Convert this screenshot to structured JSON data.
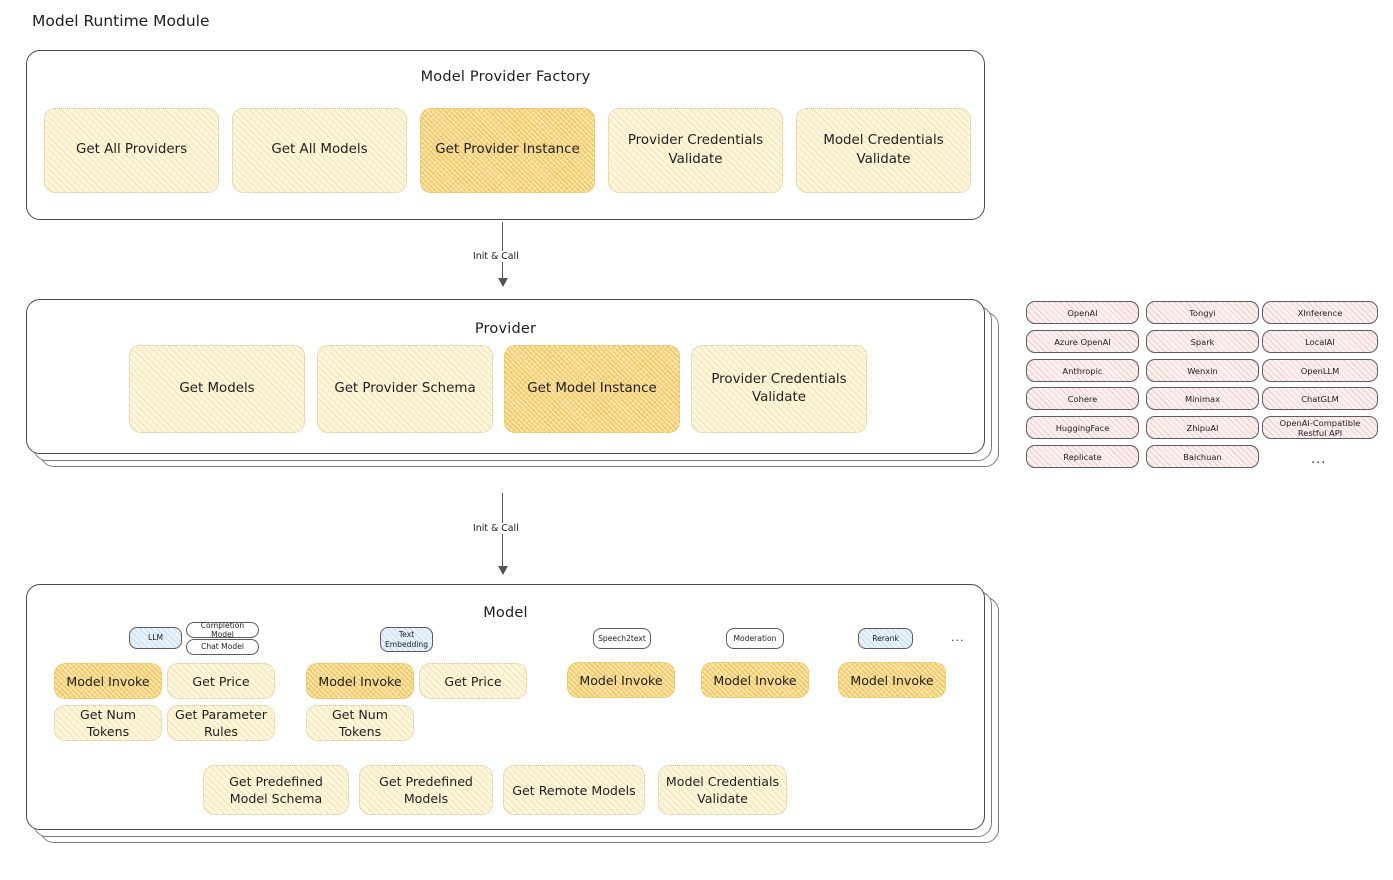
{
  "page": {
    "title": "Model Runtime Module"
  },
  "factory": {
    "title": "Model Provider Factory",
    "nodes": [
      {
        "label": "Get All Providers",
        "highlight": false
      },
      {
        "label": "Get All Models",
        "highlight": false
      },
      {
        "label": "Get Provider Instance",
        "highlight": true
      },
      {
        "label": "Provider Credentials Validate",
        "highlight": false
      },
      {
        "label": "Model Credentials Validate",
        "highlight": false
      }
    ]
  },
  "arrow1": {
    "label": "Init & Call"
  },
  "provider": {
    "title": "Provider",
    "nodes": [
      {
        "label": "Get Models",
        "highlight": false
      },
      {
        "label": "Get Provider Schema",
        "highlight": false
      },
      {
        "label": "Get Model Instance",
        "highlight": true
      },
      {
        "label": "Provider Credentials Validate",
        "highlight": false
      }
    ]
  },
  "arrow2": {
    "label": "Init & Call"
  },
  "provider_list": {
    "columns": [
      [
        "OpenAI",
        "Azure OpenAI",
        "Anthropic",
        "Cohere",
        "HuggingFace",
        "Replicate"
      ],
      [
        "Tongyi",
        "Spark",
        "Wenxin",
        "Minimax",
        "ZhipuAI",
        "Baichuan"
      ],
      [
        "XInference",
        "LocalAI",
        "OpenLLM",
        "ChatGLM",
        "OpenAI-Compatible Restful API"
      ]
    ],
    "more": "..."
  },
  "model": {
    "title": "Model",
    "more": "...",
    "types": [
      {
        "name": "LLM",
        "blue": true,
        "sub": [
          "Completion Model",
          "Chat Model"
        ]
      },
      {
        "name": "Text Embedding",
        "blue": true,
        "sub": []
      },
      {
        "name": "Speech2text",
        "blue": false,
        "sub": []
      },
      {
        "name": "Moderation",
        "blue": false,
        "sub": []
      },
      {
        "name": "Rerank",
        "blue": true,
        "sub": []
      }
    ],
    "methods": {
      "llm": [
        {
          "label": "Model Invoke",
          "highlight": true
        },
        {
          "label": "Get Price",
          "highlight": false
        },
        {
          "label": "Get Num Tokens",
          "highlight": false
        },
        {
          "label": "Get Parameter Rules",
          "highlight": false
        }
      ],
      "text_embedding": [
        {
          "label": "Model Invoke",
          "highlight": true
        },
        {
          "label": "Get Price",
          "highlight": false
        },
        {
          "label": "Get Num Tokens",
          "highlight": false
        }
      ],
      "speech2text": [
        {
          "label": "Model Invoke",
          "highlight": true
        }
      ],
      "moderation": [
        {
          "label": "Model Invoke",
          "highlight": true
        }
      ],
      "rerank": [
        {
          "label": "Model Invoke",
          "highlight": true
        }
      ]
    },
    "common": [
      {
        "label": "Get Predefined Model Schema"
      },
      {
        "label": "Get Predefined Models"
      },
      {
        "label": "Get Remote Models"
      },
      {
        "label": "Model Credentials Validate"
      }
    ]
  }
}
